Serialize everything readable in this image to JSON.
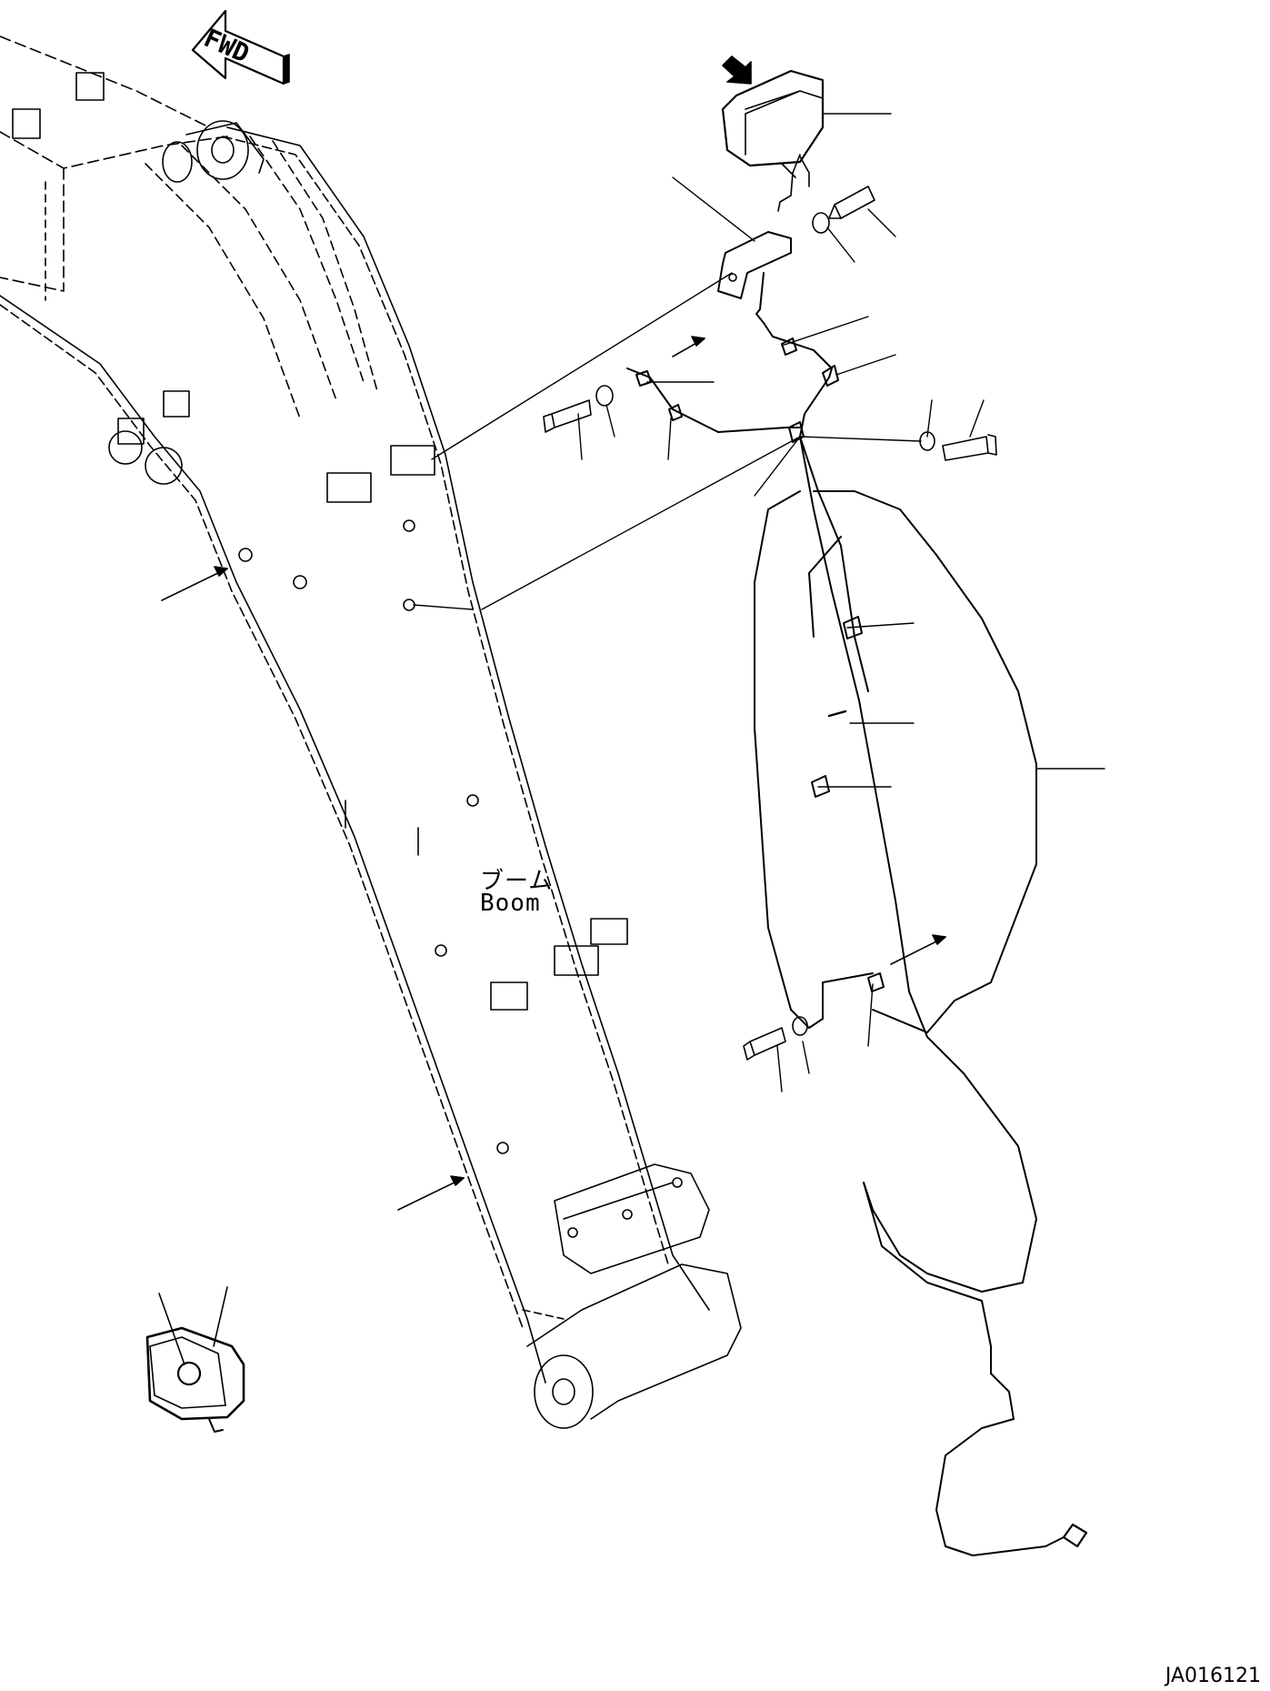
{
  "labels": {
    "fwd": "FWD",
    "boom_jp": "ブーム",
    "boom_en": "Boom",
    "drawing_code": "JA016121"
  },
  "icons": [
    "fwd-arrow-icon",
    "view-direction-arrow-icon",
    "work-lamp-icon",
    "bolt-icon",
    "washer-icon",
    "clamp-icon"
  ],
  "colors": {
    "line": "#000000",
    "background": "#ffffff"
  }
}
